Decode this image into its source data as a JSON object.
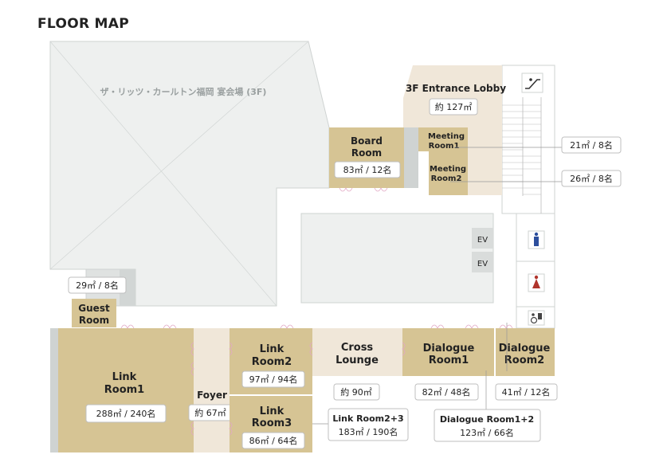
{
  "header": {
    "title": "FLOOR MAP"
  },
  "colors": {
    "room": "#d6c494",
    "foyer": "#f0e7d9",
    "gray": "#eef0ef",
    "wall": "#cfd3d2",
    "ev": "#d9dcdb"
  },
  "rooms": {
    "banquet": "ザ・リッツ・カールトン福岡 宴会場 (3F)",
    "entrance": "3F Entrance Lobby",
    "entrance_area": "約 127㎡",
    "board_1": "Board",
    "board_2": "Room",
    "board_area": "83㎡ / 12名",
    "mr1_1": "Meeting",
    "mr1_2": "Room1",
    "mr2_1": "Meeting",
    "mr2_2": "Room2",
    "guest_1": "Guest",
    "guest_2": "Room",
    "guest_area": "29㎡ / 8名",
    "link1_1": "Link",
    "link1_2": "Room1",
    "link1_area": "288㎡ / 240名",
    "foyer": "Foyer",
    "foyer_area": "約 67㎡",
    "link2_1": "Link",
    "link2_2": "Room2",
    "link2_area": "97㎡ / 94名",
    "link3_1": "Link",
    "link3_2": "Room3",
    "link3_area": "86㎡ / 64名",
    "cross_1": "Cross",
    "cross_2": "Lounge",
    "cross_area": "約 90㎡",
    "dia1_1": "Dialogue",
    "dia1_2": "Room1",
    "dia1_area": "82㎡ / 48名",
    "dia2_1": "Dialogue",
    "dia2_2": "Room2",
    "dia2_area": "41㎡ / 12名",
    "ev1": "EV",
    "ev2": "EV"
  },
  "callouts": {
    "mr1_area": "21㎡ / 8名",
    "mr2_area": "26㎡ / 8名",
    "link23_name": "Link Room2+3",
    "link23_area": "183㎡ / 190名",
    "dia12_name": "Dialogue Room1+2",
    "dia12_area": "123㎡ / 66名"
  },
  "icons": [
    "escalator-icon",
    "men-restroom-icon",
    "women-restroom-icon",
    "accessible-restroom-icon"
  ]
}
